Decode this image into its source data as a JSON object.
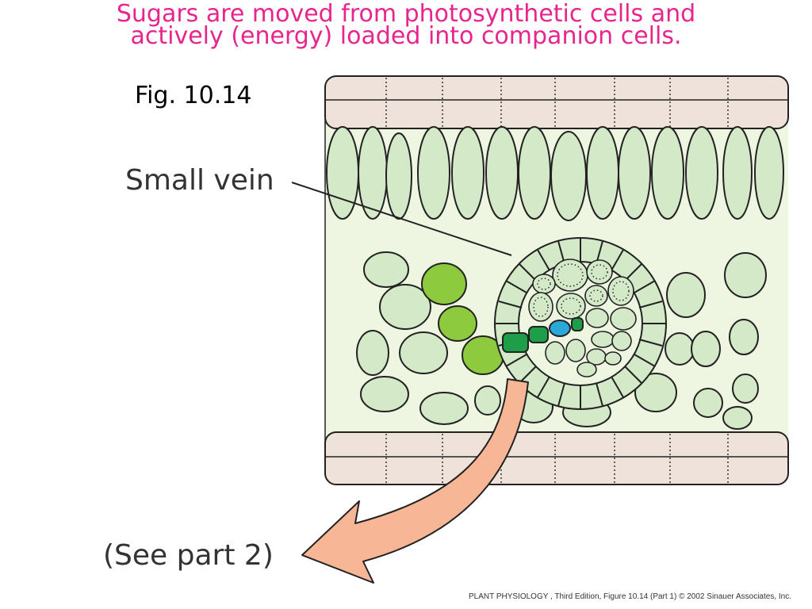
{
  "title": {
    "line1": "Sugars are moved from photosynthetic cells and",
    "line2": "actively (energy) loaded into companion cells."
  },
  "figure_label": "Fig. 10.14",
  "diagram": {
    "vein_label": "Small vein",
    "continuation_label": "(See part 2)",
    "colors": {
      "epidermis": "#efe2da",
      "mesophyll": "#d3e9c7",
      "leaf_background": "#eef5e1",
      "highlighted_mesophyll": "#8dca3e",
      "bundle_sheath_path": "#1f9e49",
      "companion_cell": "#2aa8d8",
      "arrow": "#f7b695",
      "title_text": "#e8258c"
    }
  },
  "credit": "PLANT PHYSIOLOGY , Third Edition, Figure 10.14 (Part 1)  © 2002 Sinauer Associates, Inc."
}
